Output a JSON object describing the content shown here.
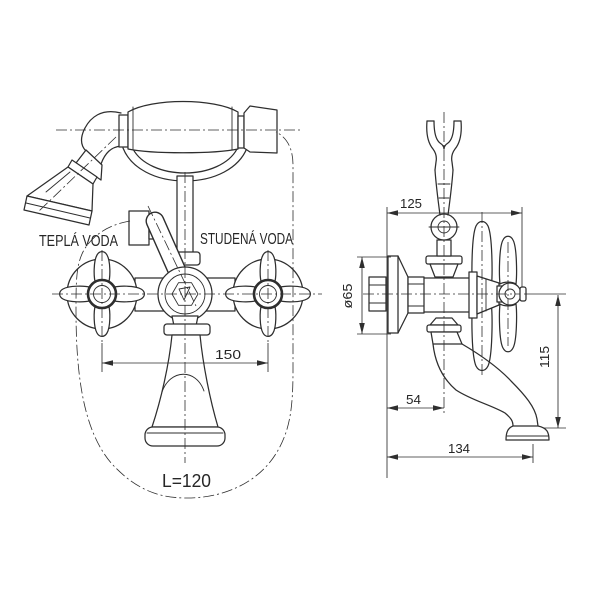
{
  "drawing": {
    "background": "#ffffff",
    "line_color": "#2e2e2e",
    "front_view": {
      "hot_water_label": "TEPLÁ VODA",
      "cold_water_label": "STUDENÁ VODA",
      "handle_spacing": "150",
      "shower_hose_length": "L=120"
    },
    "side_view": {
      "top_depth": "125",
      "flange_diameter": "ø65",
      "wall_to_valve_axis": "54",
      "wall_to_spout_outlet": "134",
      "spout_drop_height": "115"
    }
  }
}
